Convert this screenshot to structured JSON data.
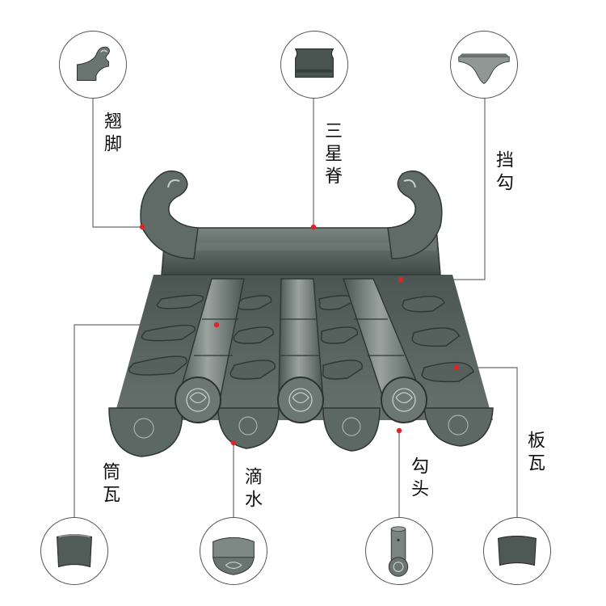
{
  "parts": {
    "qiaojiao": {
      "label": "翘脚",
      "icon": "upturned-eave-ornament-icon"
    },
    "sanxingji": {
      "label": "三星脊",
      "icon": "ridge-tile-icon"
    },
    "danggou": {
      "label": "挡勾",
      "icon": "stop-hook-tile-icon"
    },
    "tongwa": {
      "label": "筒瓦",
      "icon": "cylinder-tile-icon"
    },
    "dishui": {
      "label": "滴水",
      "icon": "drip-tile-icon"
    },
    "goutou": {
      "label": "勾头",
      "icon": "eave-end-tile-icon"
    },
    "banwa": {
      "label": "板瓦",
      "icon": "flat-tile-icon"
    }
  },
  "colors": {
    "tile": "#5e6a66",
    "tile_dark": "#3f4a47",
    "tile_light": "#8a9490",
    "marker": "#e0242a",
    "line": "#6b6b6b"
  }
}
